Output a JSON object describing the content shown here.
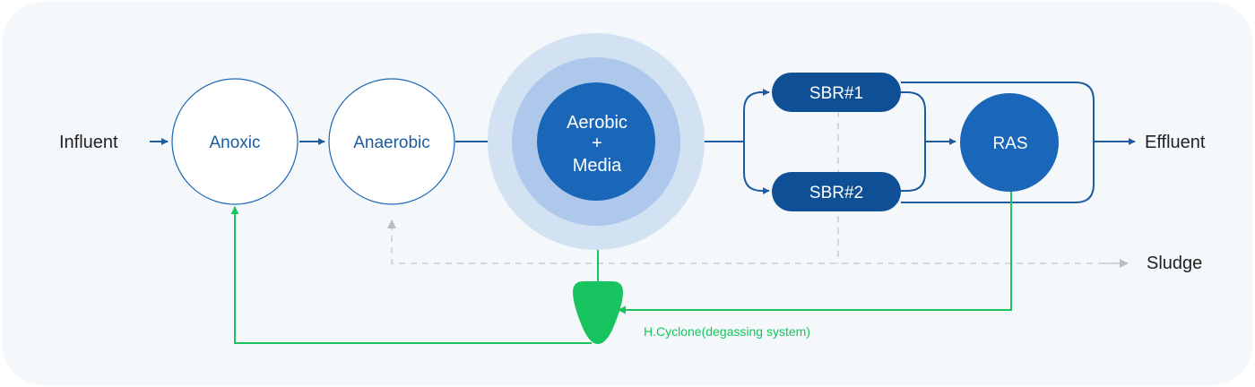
{
  "colors": {
    "panel_bg": "#f4f8fa",
    "process_blue": "#1a66b8",
    "arrow_blue": "#1e5aa0",
    "circle_outline": "#1a66b8",
    "cyclone_green": "#17c45f",
    "sludge_gray": "#c9cdd2",
    "halo_outer": "#d3e2f3",
    "halo_inner": "#adc8ea"
  },
  "labels": {
    "influent": "Influent",
    "effluent": "Effluent",
    "sludge": "Sludge",
    "cyclone_caption": "H.Cyclone(degassing system)"
  },
  "nodes": {
    "anoxic": "Anoxic",
    "anaerobic": "Anaerobic",
    "aerobic_line1": "Aerobic",
    "aerobic_line2": "+",
    "aerobic_line3": "Media",
    "sbr1": "SBR#1",
    "sbr2": "SBR#2",
    "ras": "RAS"
  },
  "icons": {
    "flow_arrow": "arrow-right-icon",
    "cyclone": "hydrocyclone-icon"
  }
}
